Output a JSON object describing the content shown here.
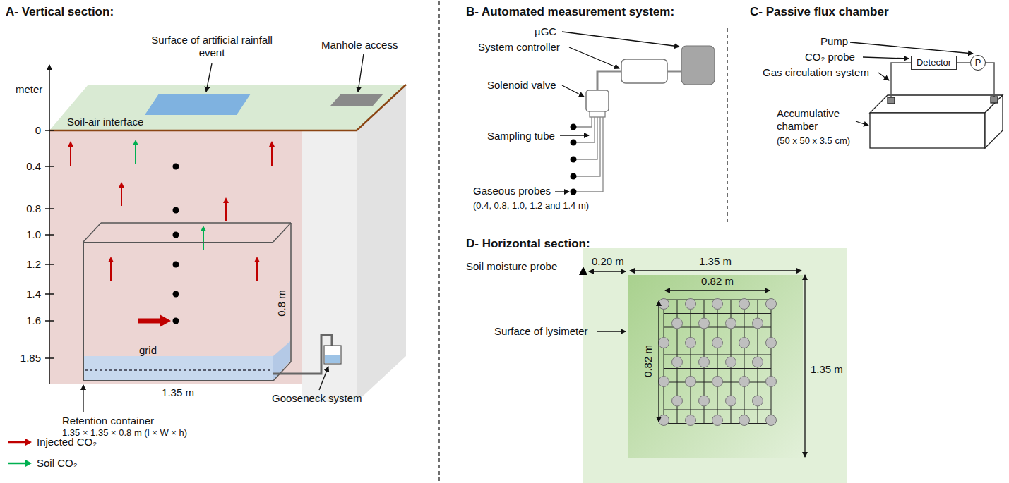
{
  "diagram": {
    "nodes": [
      {
        "text": [
          "grid"
        ]
      },
      {
        "text": [
          "Detector"
        ]
      },
      {
        "text": [
          "P"
        ]
      }
    ],
    "edges": [
      {
        "from": 1,
        "to": 2,
        "arrow": "none"
      }
    ],
    "labels": [
      "A- Vertical section:",
      "Surface of artificial rainfall event",
      "Manhole access",
      "meter",
      "0",
      "0.4",
      "0.8",
      "1.0",
      "1.2",
      "1.4",
      "1.6",
      "1.85",
      "Soil-air interface",
      "0.8 m",
      "1.35 m",
      "Retention container",
      "1.35 × 1.35 × 0.8 m (l × W × h)",
      "Gooseneck system",
      "B- Automated measurement system:",
      "µGC",
      "System controller",
      "Solenoid valve",
      "Sampling tube",
      "Gaseous probes",
      "(0.4, 0.8, 1.0, 1.2 and 1.4 m)",
      "C- Passive flux chamber",
      "Pump",
      "CO₂ probe",
      "Gas circulation system",
      "Accumulative chamber",
      "(50 x 50 x 3.5 cm)",
      "D- Horizontal section:",
      "Soil moisture probe",
      "0.20 m",
      "1.35 m",
      "0.82 m",
      "0.82 m",
      "Surface of lysimeter",
      "1.35 m"
    ],
    "legend": [
      {
        "text": "Injected CO₂"
      },
      {
        "text": "Soil CO₂"
      }
    ]
  }
}
